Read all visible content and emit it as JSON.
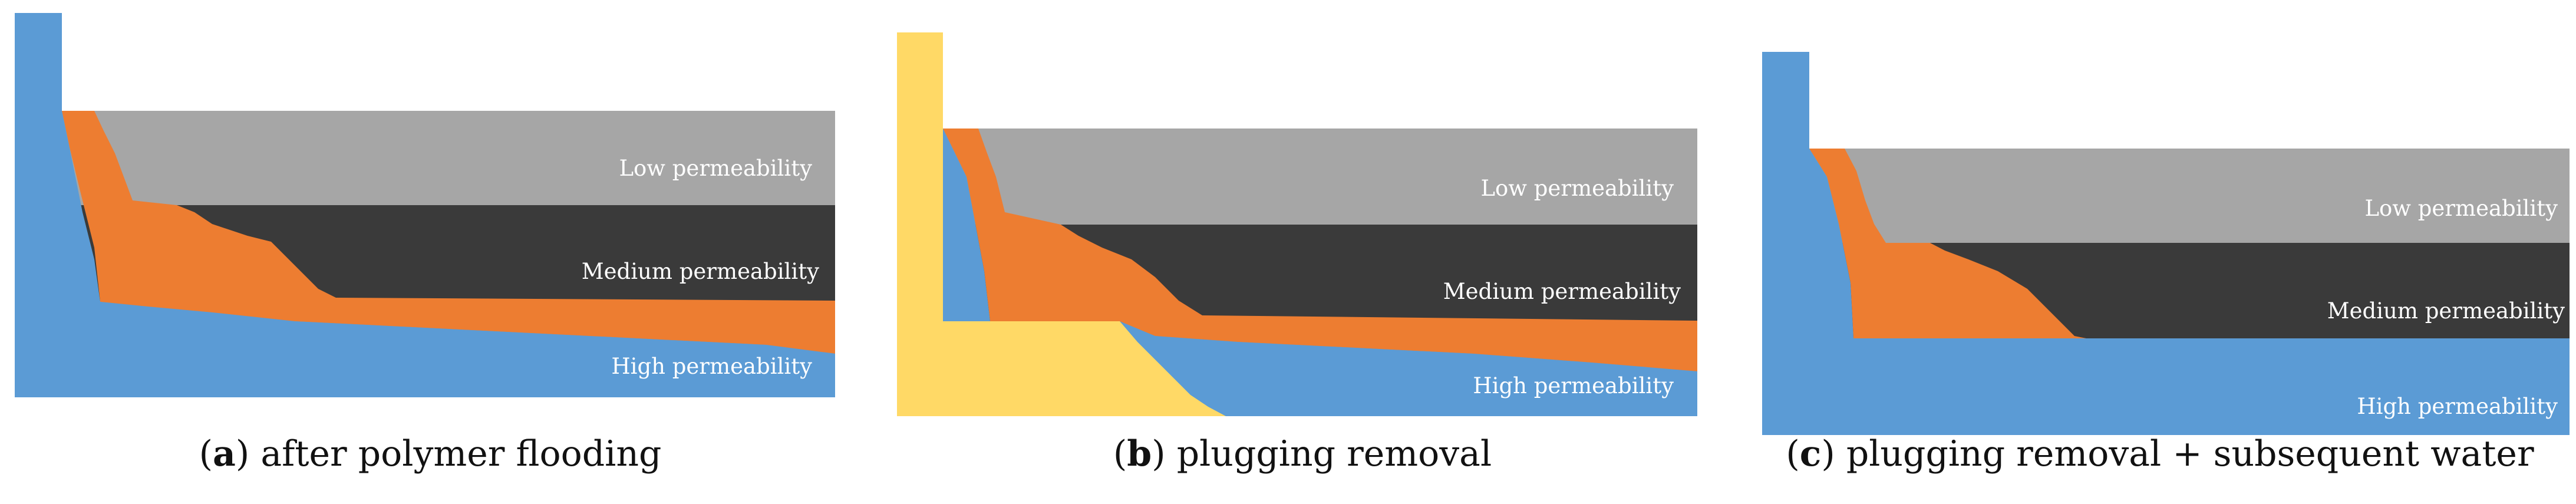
{
  "panels": [
    {
      "letter": "a",
      "caption": "after polymer flooding",
      "layers": {
        "low": "Low permeability",
        "medium": "Medium permeability",
        "high": "High permeability"
      }
    },
    {
      "letter": "b",
      "caption": "plugging removal",
      "layers": {
        "low": "Low permeability",
        "medium": "Medium permeability",
        "high": "High permeability"
      }
    },
    {
      "letter": "c",
      "caption": "plugging removal + subsequent water",
      "layers": {
        "low": "Low permeability",
        "medium": "Medium permeability",
        "high": "High permeability"
      }
    }
  ],
  "colors": {
    "low_layer": "#a6a6a6",
    "medium_layer": "#3a3a3a",
    "high_layer": "#5b9bd5",
    "water": "#5b9bd5",
    "polymer": "#ed7d31",
    "plugging_agent": "#ffd966"
  }
}
